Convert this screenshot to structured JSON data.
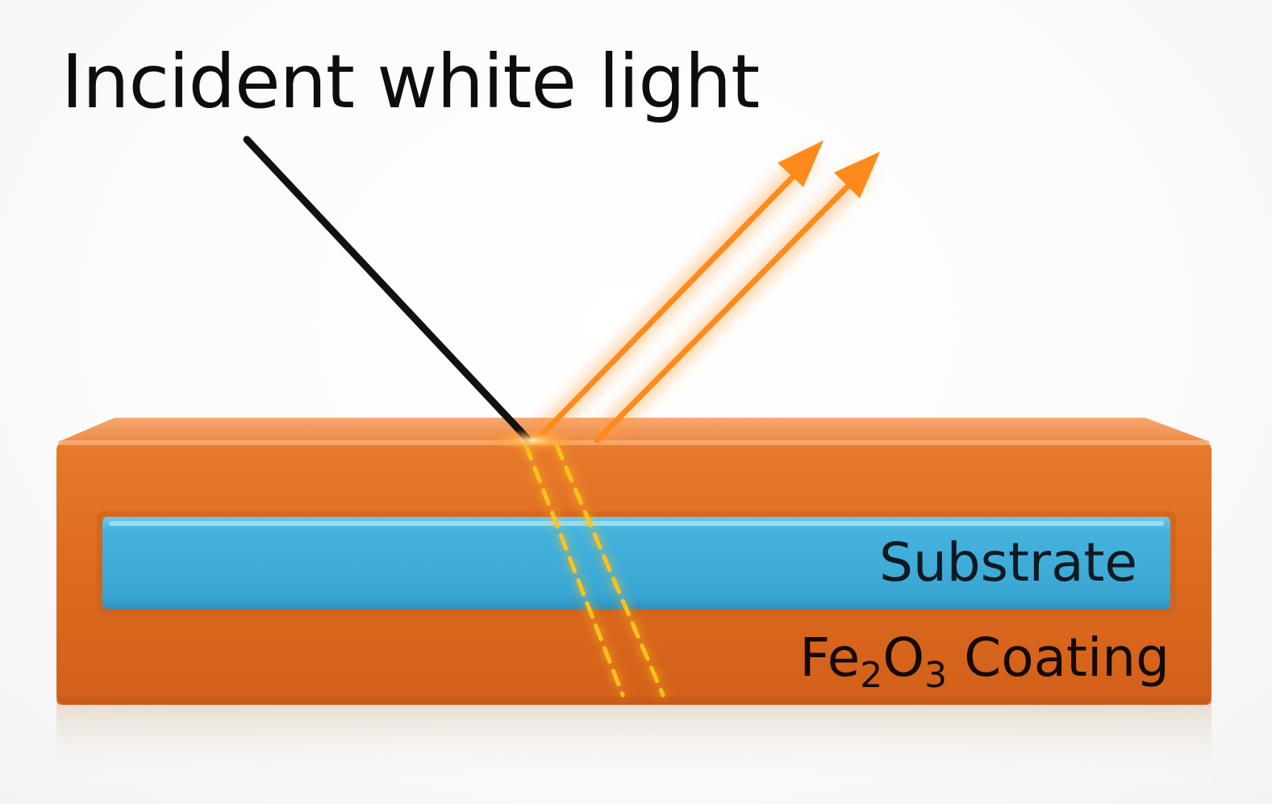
{
  "labels": {
    "incident": "Incident white light",
    "substrate": "Substrate",
    "coating_prefix": "Fe",
    "coating_sub1": "2",
    "coating_mid": "O",
    "coating_sub2": "3",
    "coating_suffix": " Coating"
  },
  "colors": {
    "coating": "#e06b1f",
    "coating_light": "#f4955a",
    "coating_dark": "#c2561a",
    "substrate": "#3fb1dc",
    "substrate_light": "#7fd0ee",
    "substrate_dark": "#2a8fba",
    "incident_ray": "#111111",
    "reflected_ray": "#ff8a1c",
    "internal_ray": "#ffc21a"
  }
}
